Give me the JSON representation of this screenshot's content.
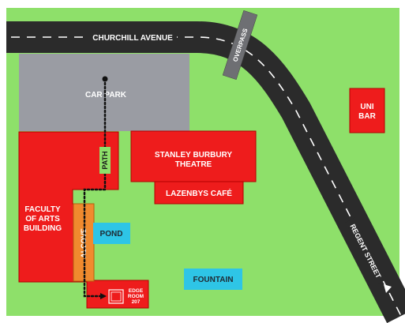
{
  "map": {
    "roads": {
      "churchill": "CHURCHILL AVENUE",
      "overpass": "OVERPASS",
      "regent": "REGENT STREET"
    },
    "areas": {
      "car_park": "CAR PARK",
      "path": "PATH",
      "alcove": "ALCOVE",
      "faculty_line1": "FACULTY",
      "faculty_line2": "OF ARTS",
      "faculty_line3": "BUILDING",
      "theatre_line1": "STANLEY BURBURY",
      "theatre_line2": "THEATRE",
      "cafe": "LAZENBYS CAFÉ",
      "pond": "POND",
      "fountain": "FOUNTAIN",
      "uni_bar_line1": "UNI",
      "uni_bar_line2": "BAR",
      "edge_room_line1": "EDGE",
      "edge_room_line2": "ROOM",
      "edge_room_line3": "207"
    },
    "colors": {
      "grass": "#8ee06a",
      "road": "#2b2b2b",
      "building": "#ee1c1c",
      "alcove": "#f08a2e",
      "water": "#2ec5e6",
      "car_park": "#9a9ca3"
    }
  }
}
